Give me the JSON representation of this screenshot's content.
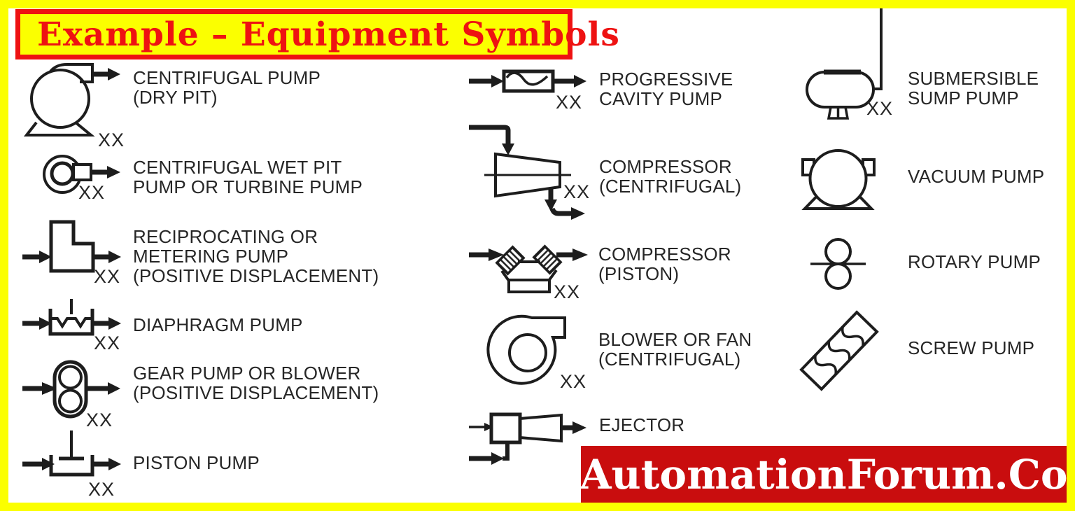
{
  "colors": {
    "frame_yellow": "#FBFF00",
    "title_red": "#EE1212",
    "watermark_red": "#C90D0E",
    "ink": "#262626",
    "background": "#FFFFFF"
  },
  "title": {
    "text": "Example – Equipment Symbols"
  },
  "watermark": {
    "text": "AutomationForum.Co"
  },
  "legend": {
    "columns": [
      {
        "items": [
          {
            "icon": "centrifugal-pump-dry-pit-icon",
            "label": "CENTRIFUGAL PUMP\n(DRY PIT)",
            "tag": "XX"
          },
          {
            "icon": "centrifugal-wet-pit-pump-icon",
            "label": "CENTRIFUGAL WET PIT\nPUMP OR TURBINE PUMP",
            "tag": "XX"
          },
          {
            "icon": "reciprocating-metering-pump-icon",
            "label": "RECIPROCATING OR\nMETERING PUMP\n(POSITIVE DISPLACEMENT)",
            "tag": "XX"
          },
          {
            "icon": "diaphragm-pump-icon",
            "label": "DIAPHRAGM PUMP",
            "tag": "XX"
          },
          {
            "icon": "gear-pump-or-blower-icon",
            "label": "GEAR PUMP OR BLOWER\n(POSITIVE DISPLACEMENT)",
            "tag": "XX"
          },
          {
            "icon": "piston-pump-icon",
            "label": "PISTON PUMP",
            "tag": "XX"
          }
        ]
      },
      {
        "items": [
          {
            "icon": "progressive-cavity-pump-icon",
            "label": "PROGRESSIVE\nCAVITY PUMP",
            "tag": "XX"
          },
          {
            "icon": "compressor-centrifugal-icon",
            "label": "COMPRESSOR\n(CENTRIFUGAL)",
            "tag": "XX"
          },
          {
            "icon": "compressor-piston-icon",
            "label": "COMPRESSOR\n(PISTON)",
            "tag": "XX"
          },
          {
            "icon": "blower-or-fan-centrifugal-icon",
            "label": "BLOWER OR FAN\n(CENTRIFUGAL)",
            "tag": "XX"
          },
          {
            "icon": "ejector-icon",
            "label": "EJECTOR"
          }
        ]
      },
      {
        "items": [
          {
            "icon": "submersible-sump-pump-icon",
            "label": "SUBMERSIBLE\nSUMP PUMP",
            "tag": "XX"
          },
          {
            "icon": "vacuum-pump-icon",
            "label": "VACUUM PUMP"
          },
          {
            "icon": "rotary-pump-icon",
            "label": "ROTARY PUMP"
          },
          {
            "icon": "screw-pump-icon",
            "label": "SCREW PUMP"
          }
        ]
      }
    ]
  }
}
